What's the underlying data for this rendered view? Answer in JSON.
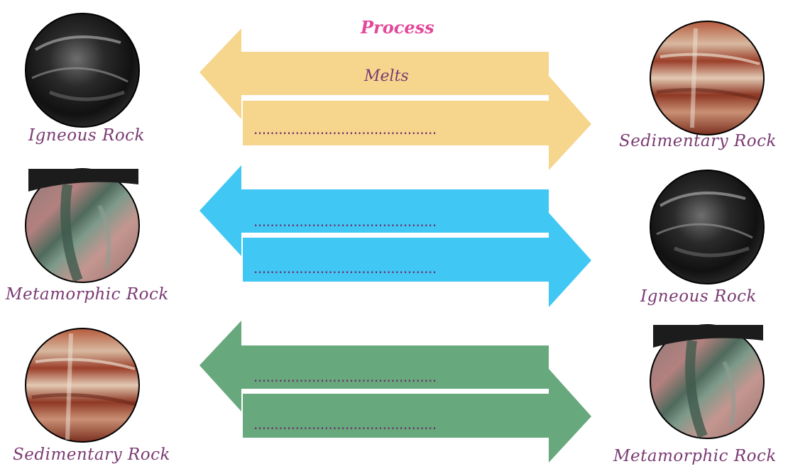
{
  "header": {
    "title": "Process"
  },
  "rows": [
    {
      "left_rock": "Igneous Rock",
      "right_rock": "Sedimentary Rock",
      "arrow_color": "#f6d58d",
      "left_arrow_text": "Melts",
      "right_arrow_text": "............................................"
    },
    {
      "left_rock": "Metamorphic Rock",
      "right_rock": "Igneous Rock",
      "arrow_color": "#41c7f4",
      "left_arrow_text": "............................................",
      "right_arrow_text": "............................................"
    },
    {
      "left_rock": "Sedimentary Rock",
      "right_rock": "Metamorphic Rock",
      "arrow_color": "#67a87c",
      "left_arrow_text": "............................................",
      "right_arrow_text": "............................................"
    }
  ],
  "rock_textures": {
    "igneous": "dark-swirl",
    "sedimentary": "red-brown-layers",
    "metamorphic": "pink-grey-banded"
  }
}
